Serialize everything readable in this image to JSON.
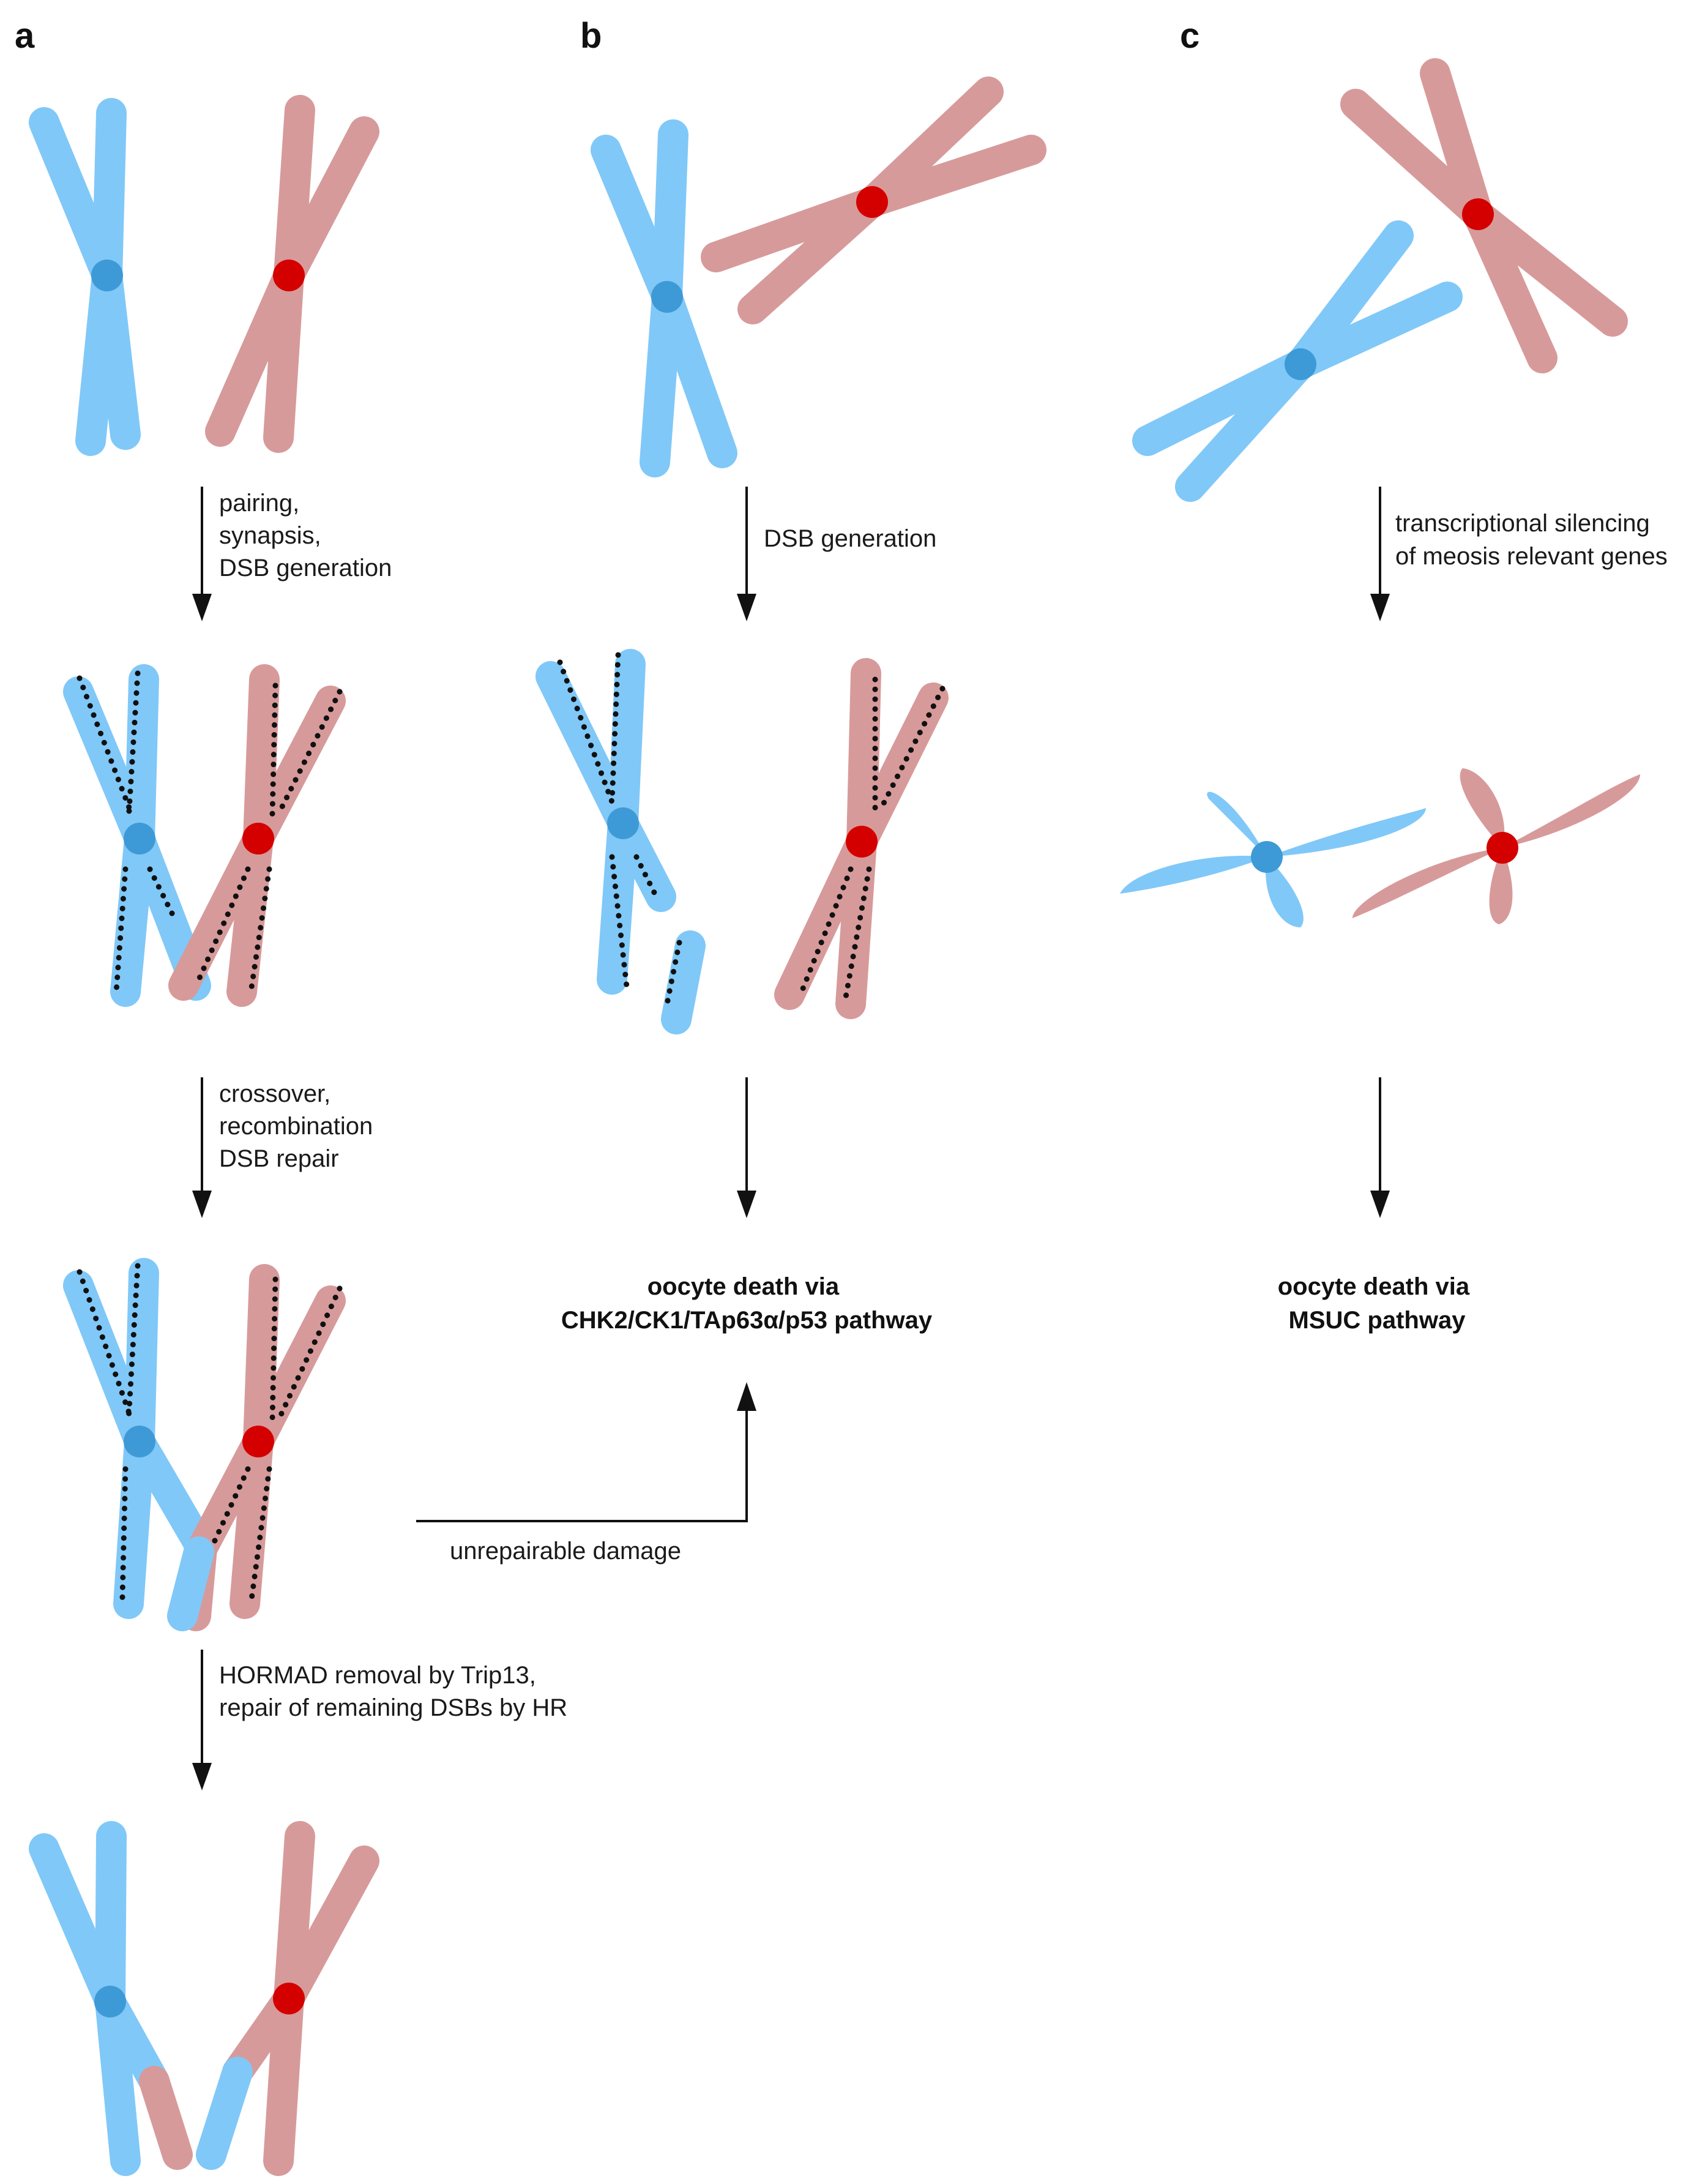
{
  "panels": {
    "a": "a",
    "b": "b",
    "c": "c"
  },
  "panel_a": {
    "step1": [
      "pairing,",
      "synapsis,",
      "DSB generation"
    ],
    "step2": [
      "crossover,",
      "recombination",
      "DSB repair"
    ],
    "step3": [
      "HORMAD removal by Trip13,",
      "repair of remaining DSBs by HR"
    ],
    "side_branch": "unrepairable damage"
  },
  "panel_b": {
    "step1": [
      "DSB generation"
    ],
    "outcome": [
      "oocyte death via",
      "CHK2/CK1/TAp63α/p53 pathway"
    ]
  },
  "panel_c": {
    "step1": [
      "transcriptional silencing",
      "of meosis relevant genes"
    ],
    "outcome": [
      "oocyte death via",
      "MSUC pathway"
    ]
  },
  "colors": {
    "maternal_chromosome": "#80C8F8",
    "paternal_chromosome": "#D79A9A",
    "maternal_centromere": "#3E9AD6",
    "paternal_centromere": "#D40000",
    "axis_dots": "#111111"
  }
}
